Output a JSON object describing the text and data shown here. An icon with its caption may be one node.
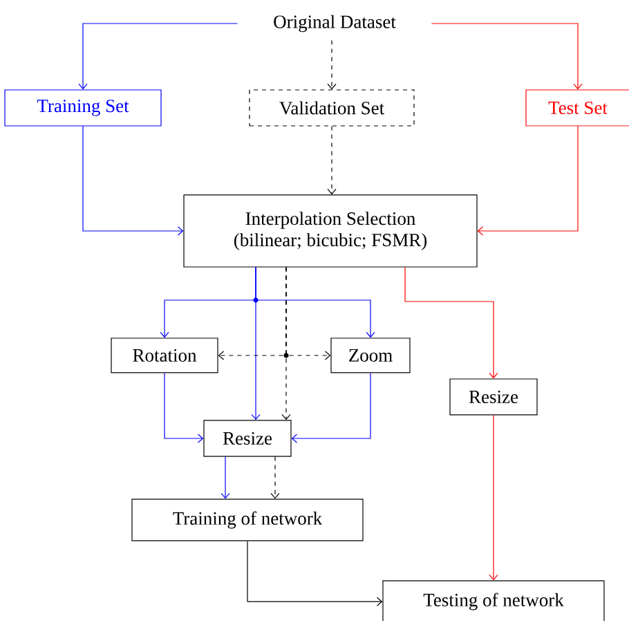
{
  "diagram": {
    "nodes": [
      {
        "text": [
          "Original Dataset"
        ]
      },
      {
        "text": [
          "Training Set"
        ]
      },
      {
        "text": [
          "Validation Set"
        ]
      },
      {
        "text": [
          "Test Set"
        ]
      },
      {
        "text": [
          "Interpolation Selection",
          "(bilinear; bicubic; FSMR)"
        ]
      },
      {
        "text": [
          "Rotation"
        ]
      },
      {
        "text": [
          "Zoom"
        ]
      },
      {
        "text": [
          "Resize"
        ]
      },
      {
        "text": [
          "Resize"
        ]
      },
      {
        "text": [
          "Training of network"
        ]
      },
      {
        "text": [
          "Testing of network"
        ]
      }
    ],
    "edges": [
      {
        "from": 0,
        "to": 1,
        "arrow": "to"
      },
      {
        "from": 0,
        "to": 2,
        "arrow": "to",
        "style": "dashed",
        "color": "#000000"
      },
      {
        "from": 0,
        "to": 3,
        "arrow": "to",
        "color": "#ff0000"
      },
      {
        "from": 1,
        "to": 4,
        "arrow": "to"
      },
      {
        "from": 2,
        "to": 4,
        "arrow": "to",
        "style": "dashed",
        "color": "#000000"
      },
      {
        "from": 3,
        "to": 4,
        "arrow": "to",
        "color": "#ff0000"
      },
      {
        "from": 4,
        "to": 5,
        "arrow": "to"
      },
      {
        "from": 4,
        "to": 6,
        "arrow": "to"
      },
      {
        "from": 4,
        "to": 7,
        "arrow": "to"
      },
      {
        "from": 4,
        "to": 8,
        "arrow": "to",
        "color": "#ff0000"
      },
      {
        "from": 4,
        "to": 7,
        "arrow": "to",
        "style": "dashed",
        "color": "#000000"
      },
      {
        "from": 4,
        "to": 5,
        "arrow": "to",
        "style": "dashed",
        "color": "#000000"
      },
      {
        "from": 4,
        "to": 6,
        "arrow": "to",
        "style": "dashed",
        "color": "#000000"
      },
      {
        "from": 5,
        "to": 7,
        "arrow": "to"
      },
      {
        "from": 6,
        "to": 7,
        "arrow": "to"
      },
      {
        "from": 7,
        "to": 9,
        "arrow": "to"
      },
      {
        "from": 7,
        "to": 9,
        "arrow": "to",
        "style": "dashed",
        "color": "#000000"
      },
      {
        "from": 8,
        "to": 10,
        "arrow": "to",
        "color": "#ff0000"
      },
      {
        "from": 9,
        "to": 10,
        "arrow": "to",
        "color": "#000000"
      }
    ]
  }
}
